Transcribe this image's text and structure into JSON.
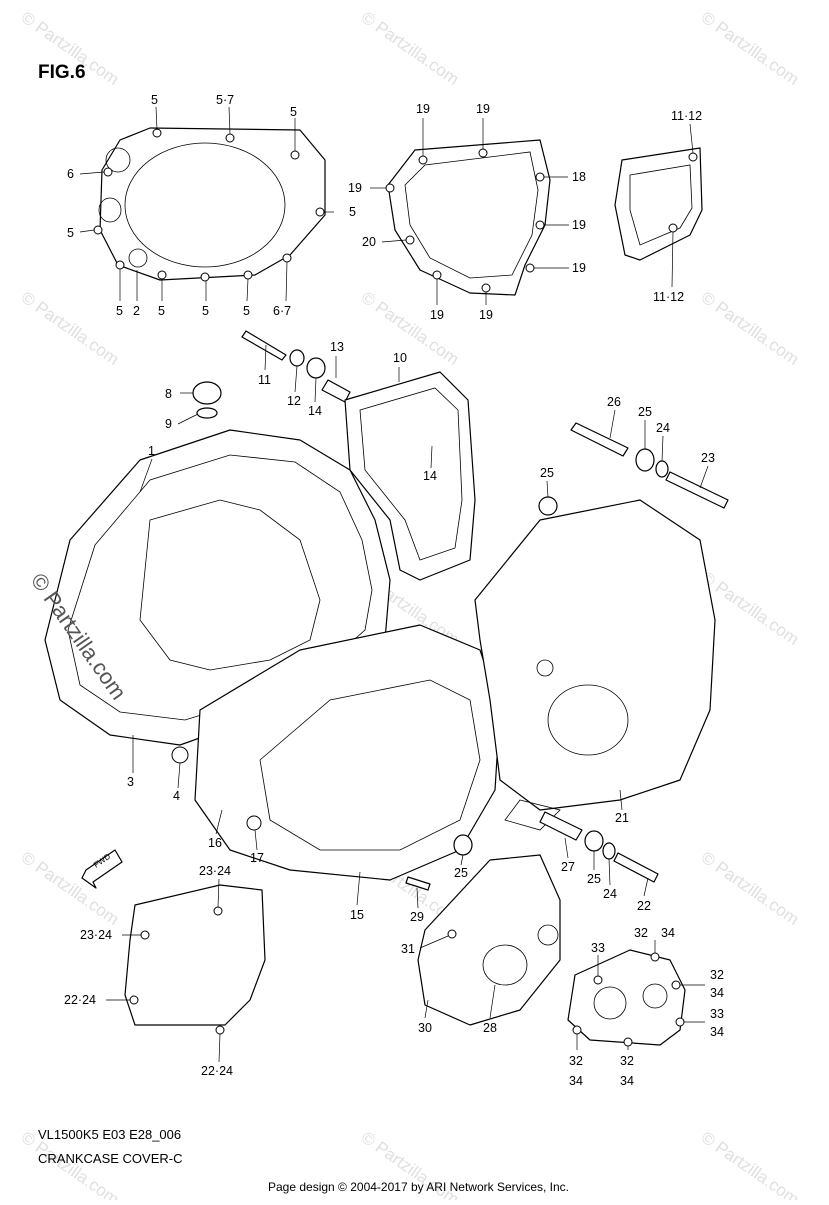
{
  "figure_title": "FIG.6",
  "model_code": "VL1500K5  E03  E28_006",
  "section_name": "CRANKCASE COVER-C",
  "footer": "Page design © 2004-2017 by ARI Network Services, Inc.",
  "watermark": "© Partzilla.com",
  "fwd_label": "FWD",
  "callouts": {
    "c01": "5",
    "c02": "5·7",
    "c03": "5",
    "c04": "6",
    "c05": "5",
    "c06": "5",
    "c07": "5",
    "c08": "2",
    "c09": "5",
    "c10": "5",
    "c11": "5",
    "c12": "6·7",
    "c13": "19",
    "c14": "19",
    "c15": "19",
    "c16": "18",
    "c17": "19",
    "c18": "20",
    "c19": "19",
    "c20": "19",
    "c21": "19",
    "c22": "11·12",
    "c23": "11·12",
    "c24": "13",
    "c25": "10",
    "c26": "11",
    "c27": "12",
    "c28": "14",
    "c29": "8",
    "c30": "9",
    "c31": "14",
    "c32": "1",
    "c33": "26",
    "c34": "25",
    "c35": "24",
    "c36": "23",
    "c37": "25",
    "c38": "3",
    "c39": "4",
    "c40": "16",
    "c41": "17",
    "c42": "21",
    "c43": "27",
    "c44": "25",
    "c45": "24",
    "c46": "22",
    "c47": "25",
    "c48": "15",
    "c49": "29",
    "c50": "23·24",
    "c51": "23·24",
    "c52": "22·24",
    "c53": "22·24",
    "c54": "31",
    "c55": "30",
    "c56": "28",
    "c57": "33",
    "c58": "32",
    "c59": "34",
    "c60": "32",
    "c61": "34",
    "c62": "33",
    "c63": "34",
    "c64": "32",
    "c65": "34",
    "c66": "32",
    "c67": "34"
  }
}
